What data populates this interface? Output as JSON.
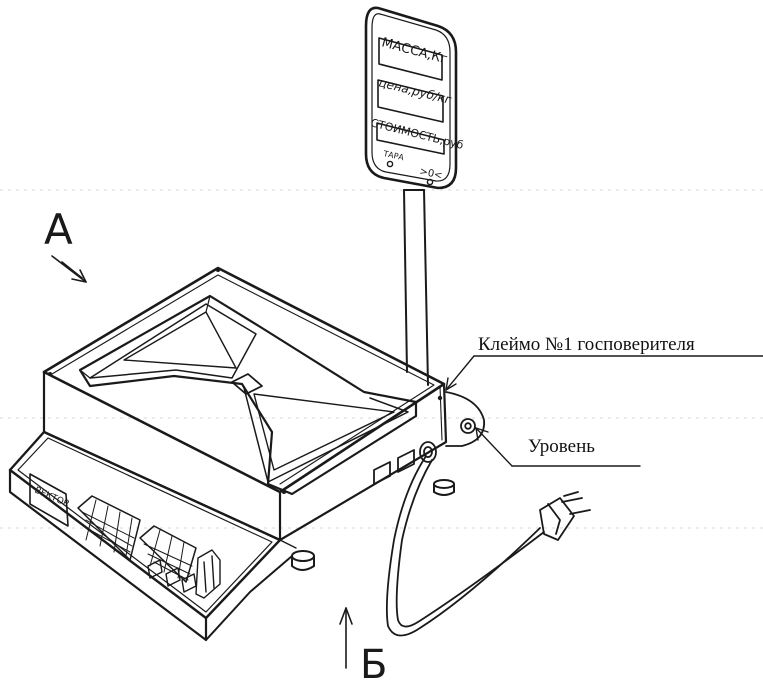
{
  "labels": {
    "view_a": "А",
    "view_b": "Б",
    "stamp": "Клеймо №1 госповерителя",
    "level": "Уровень"
  },
  "display": {
    "mass": "МАССА,Кг",
    "price": "цена,руб/кг",
    "cost": "СТОИМОСТЬ,руб",
    "tare": "ТАРА",
    "zero": ">0<"
  },
  "brand": "ВЕКТОР",
  "colors": {
    "ink": "#1a1a1a",
    "paper": "#ffffff"
  }
}
